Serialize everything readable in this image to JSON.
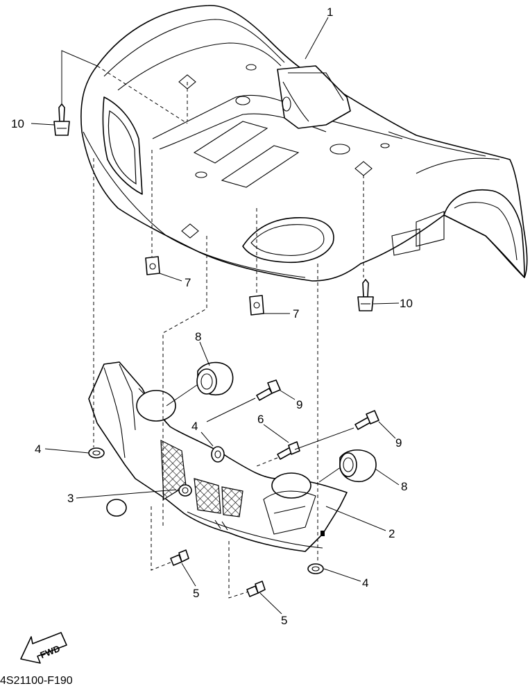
{
  "diagram_code": "4S21100-F190",
  "fwd_label": "FWD",
  "callouts": [
    "1",
    "2",
    "3",
    "4",
    "4",
    "4",
    "5",
    "5",
    "6",
    "7",
    "7",
    "8",
    "8",
    "9",
    "9",
    "10",
    "10"
  ]
}
